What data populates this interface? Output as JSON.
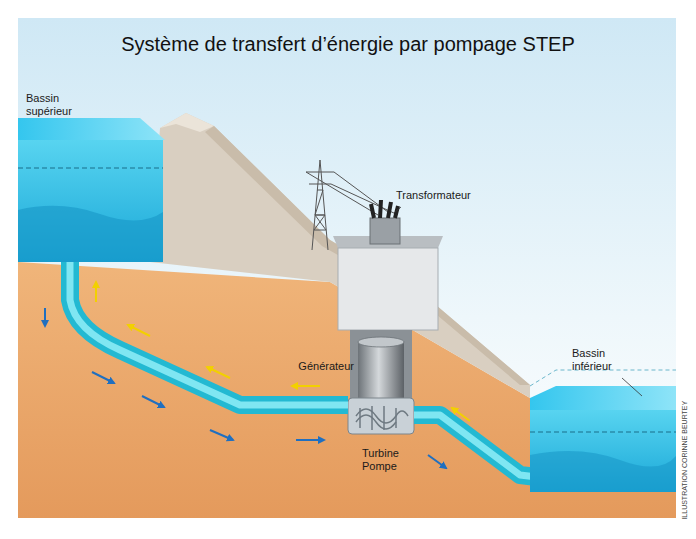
{
  "diagram": {
    "title": "Système de transfert d’énergie par pompage STEP",
    "labels": [
      "Bassin supérieur",
      "Transformateur",
      "Générateur",
      "Turbine Pompe",
      "Bassin inférieur",
      "ILLUSTRATION CORINNE BEURTEY"
    ]
  }
}
